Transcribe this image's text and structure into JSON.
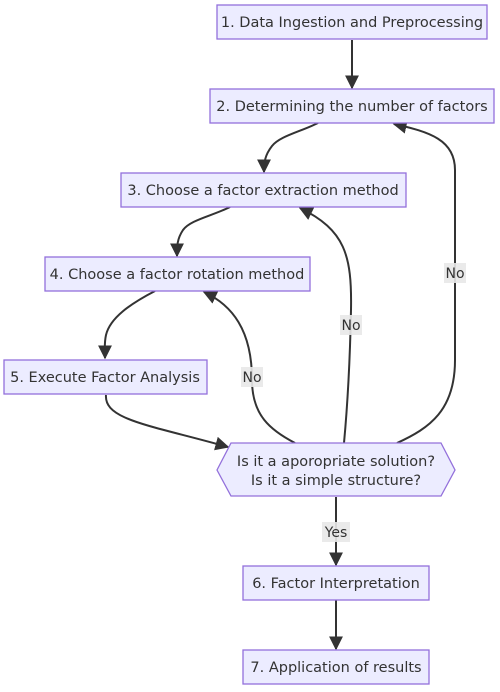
{
  "flowchart": {
    "nodes": {
      "step1": "1. Data Ingestion and Preprocessing",
      "step2": "2. Determining the number of factors",
      "step3": "3. Choose a factor extraction method",
      "step4": "4. Choose a factor rotation method",
      "step5": "5. Execute Factor Analysis",
      "decision_line1": "Is it a aporopriate solution?",
      "decision_line2": "Is it a simple structure?",
      "step6": "6. Factor Interpretation",
      "step7": "7. Application of results"
    },
    "edge_labels": {
      "no_to_step2": "No",
      "no_to_step3": "No",
      "no_to_step4": "No",
      "yes_to_step6": "Yes"
    }
  }
}
